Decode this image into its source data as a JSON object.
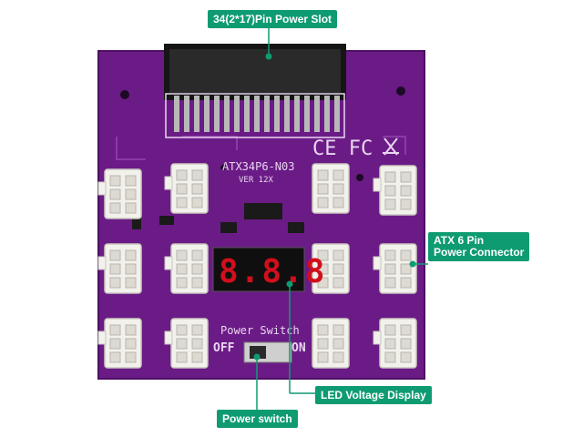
{
  "callouts": {
    "power_slot": "34(2*17)Pin Power Slot",
    "atx_line1": "ATX 6 Pin",
    "atx_line2": "Power Connector",
    "led_display": "LED Voltage Display",
    "power_switch": "Power switch"
  },
  "board": {
    "model": "ATX34P6-N03",
    "version": "VER 12X",
    "switch_title": "Power Switch",
    "off_label": "OFF",
    "on_label": "ON",
    "display_digits": "8.8.8",
    "marks": "CE FC"
  },
  "colors": {
    "pcb": "#6b1b86",
    "accent": "#0f9b72",
    "connector": "#f2f1ec",
    "display": "#d10f1b"
  }
}
